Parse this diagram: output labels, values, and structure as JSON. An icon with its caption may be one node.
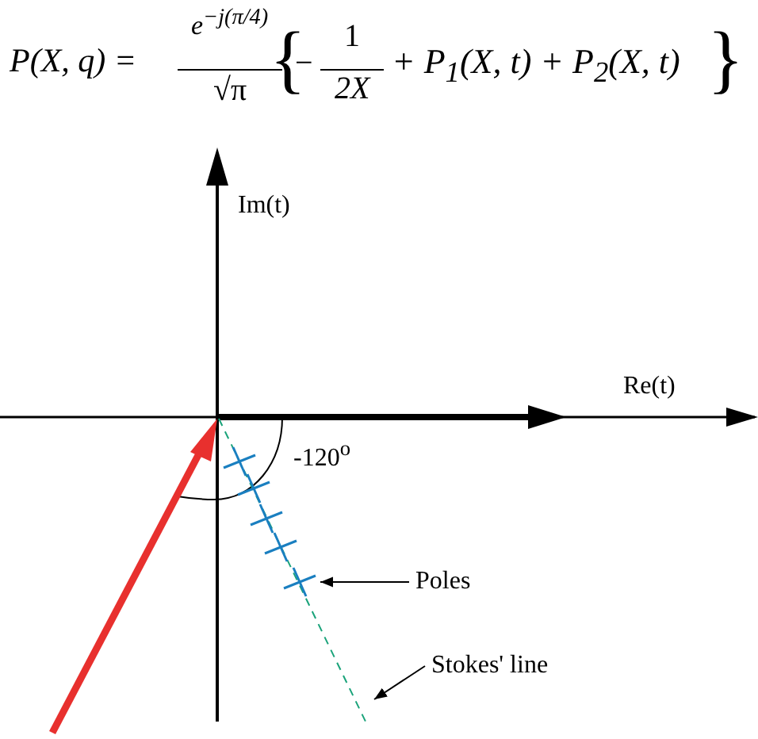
{
  "diagram": {
    "nodes": [
      {
        "text": [],
        "shape": "cross"
      },
      {
        "text": [],
        "shape": "cross"
      },
      {
        "text": [],
        "shape": "cross"
      },
      {
        "text": [],
        "shape": "cross"
      },
      {
        "text": [],
        "shape": "cross"
      },
      {
        "text": [
          "Poles"
        ]
      },
      {
        "text": [
          "Stokes' line"
        ]
      }
    ],
    "edges": [
      {
        "from": 5,
        "to": 4,
        "arrow": "to"
      },
      {
        "from": 6,
        "to": null,
        "arrow": "to"
      }
    ],
    "labels": [
      "P(X, q) =",
      "e$^{−j(π/4)}$",
      "√π",
      "{",
      "−",
      "1",
      "2X",
      "+ P$_{1}$(X, t) + P$_{2}$(X, t)",
      "}",
      "Im(t)",
      "Re(t)",
      "-120$^{o}$"
    ]
  }
}
